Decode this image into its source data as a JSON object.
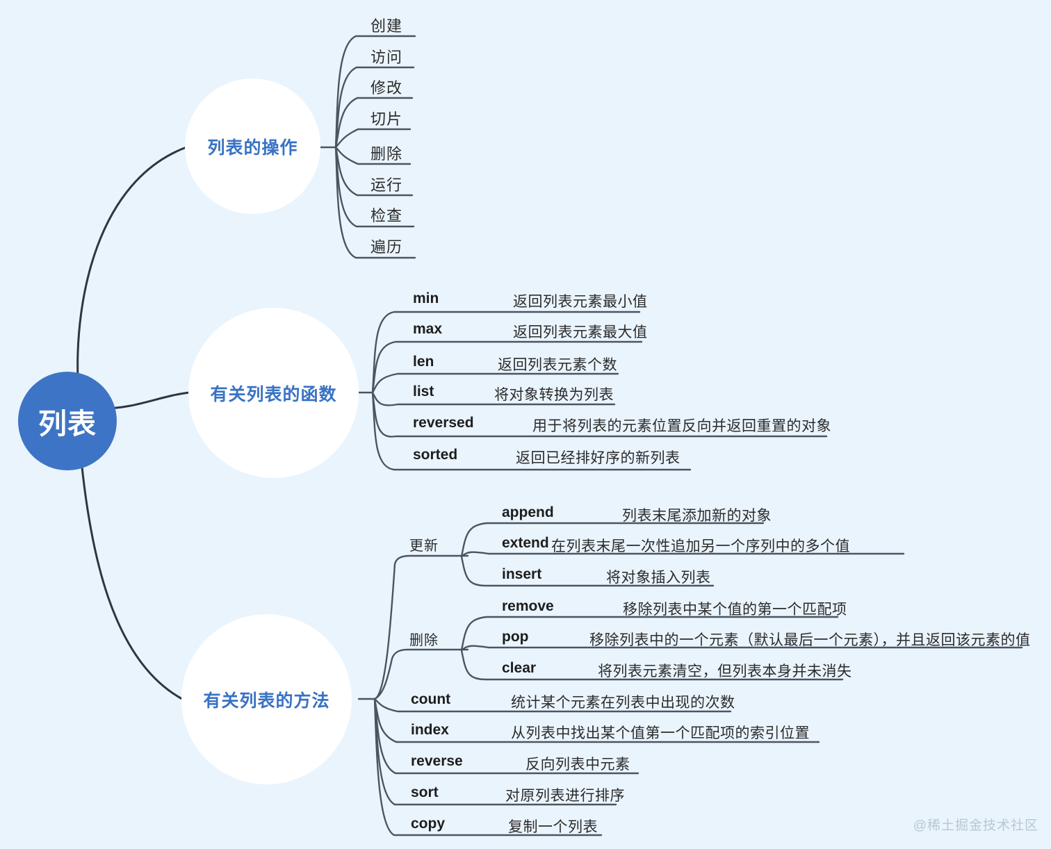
{
  "meta": {
    "title": "列表 思维导图",
    "watermark": "@稀土掘金技术社区",
    "colors": {
      "background": "#eaf4fd",
      "root_fill": "#3e74c5",
      "node_fill": "#ffffff",
      "node_text": "#3872c4",
      "root_text": "#ffffff",
      "wire": "#2f3640",
      "underline": "#4a5560",
      "watermark": "#b9c6d4"
    }
  },
  "root": {
    "label": "列表"
  },
  "branches": [
    {
      "id": "operations",
      "label": "列表的操作",
      "leaves": [
        {
          "term": "创建",
          "desc": ""
        },
        {
          "term": "访问",
          "desc": ""
        },
        {
          "term": "修改",
          "desc": ""
        },
        {
          "term": "切片",
          "desc": ""
        },
        {
          "term": "删除",
          "desc": ""
        },
        {
          "term": "运行",
          "desc": ""
        },
        {
          "term": "检查",
          "desc": ""
        },
        {
          "term": "遍历",
          "desc": ""
        }
      ]
    },
    {
      "id": "functions",
      "label": "有关列表的函数",
      "leaves": [
        {
          "term": "min",
          "desc": "返回列表元素最小值"
        },
        {
          "term": "max",
          "desc": "返回列表元素最大值"
        },
        {
          "term": "len",
          "desc": "返回列表元素个数"
        },
        {
          "term": "list",
          "desc": "将对象转换为列表"
        },
        {
          "term": "reversed",
          "desc": "用于将列表的元素位置反向并返回重置的对象"
        },
        {
          "term": "sorted",
          "desc": "返回已经排好序的新列表"
        }
      ]
    },
    {
      "id": "methods",
      "label": "有关列表的方法",
      "groups": [
        {
          "label": "更新",
          "leaves": [
            {
              "term": "append",
              "desc": "列表末尾添加新的对象"
            },
            {
              "term": "extend",
              "desc": "在列表末尾一次性追加另一个序列中的多个值"
            },
            {
              "term": "insert",
              "desc": "将对象插入列表"
            }
          ]
        },
        {
          "label": "删除",
          "leaves": [
            {
              "term": "remove",
              "desc": "移除列表中某个值的第一个匹配项"
            },
            {
              "term": "pop",
              "desc": "移除列表中的一个元素（默认最后一个元素），并且返回该元素的值"
            },
            {
              "term": "clear",
              "desc": "将列表元素清空，但列表本身并未消失"
            }
          ]
        }
      ],
      "leaves": [
        {
          "term": "count",
          "desc": "统计某个元素在列表中出现的次数"
        },
        {
          "term": "index",
          "desc": "从列表中找出某个值第一个匹配项的索引位置"
        },
        {
          "term": "reverse",
          "desc": "反向列表中元素"
        },
        {
          "term": "sort",
          "desc": "对原列表进行排序"
        },
        {
          "term": "copy",
          "desc": "复制一个列表"
        }
      ]
    }
  ]
}
